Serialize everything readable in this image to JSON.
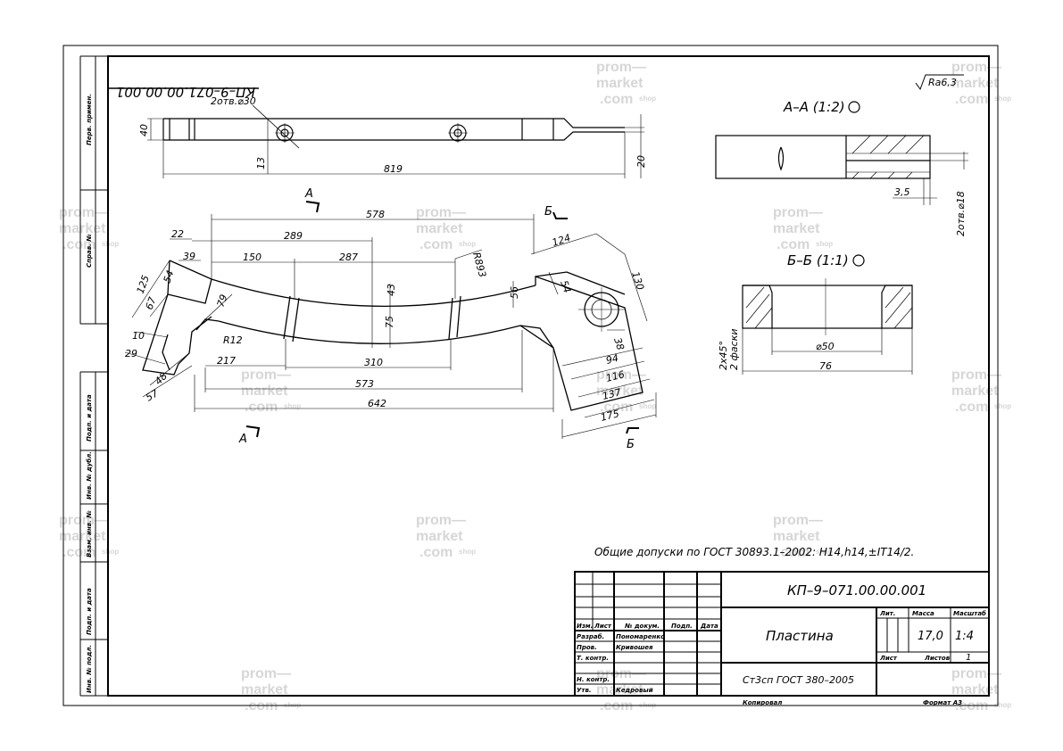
{
  "doc_code": "КП–9–071.00.00.001",
  "doc_code_mirrored": "КП–9–071.00.00.001",
  "part_name": "Пластина",
  "material": "Ст3сп ГОСТ 380–2005",
  "mass": "17,0",
  "scale": "1:4",
  "sheets_total": "1",
  "roughness": "Ra6,3",
  "tolerances_note": "Общие допуски по ГОСТ 30893.1–2002: H14,h14,±IT14/2.",
  "copied_label": "Копировал",
  "format_label": "Формат А3",
  "side_columns": [
    "Перв. примен.",
    "Справ. №",
    "Подп. и дата",
    "Инв. № дубл.",
    "Взам. инв. №",
    "Подп. и дата",
    "Инв. № подл."
  ],
  "title_block": {
    "col_headers": [
      "Изм.",
      "Лист",
      "№ докум.",
      "Подп.",
      "Дата"
    ],
    "role_rows": [
      {
        "role": "Разраб.",
        "name": "Пономаренко"
      },
      {
        "role": "Пров.",
        "name": "Кривошея"
      },
      {
        "role": "Т. контр.",
        "name": ""
      },
      {
        "role": "Н. контр.",
        "name": ""
      },
      {
        "role": "Утв.",
        "name": "Кедровый"
      }
    ],
    "lit_label": "Лит.",
    "mass_label": "Масса",
    "scale_label": "Масштаб",
    "sheet_label": "Лист",
    "sheets_label": "Листов"
  },
  "section_labels": {
    "aa": "А–А (1:2)",
    "bb": "Б–Б (1:1)",
    "cut_a_top": "А",
    "cut_a_bottom": "А",
    "cut_b_top": "Б",
    "cut_b_bottom": "Б"
  },
  "dims": {
    "top_view": {
      "holes": "2отв.⌀30",
      "d40": "40",
      "d13": "13",
      "d819": "819",
      "d20": "20"
    },
    "main": {
      "d578": "578",
      "d289": "289",
      "d150": "150",
      "d287": "287",
      "d22": "22",
      "d39": "39",
      "d54a": "54",
      "d125": "125",
      "d67": "67",
      "d79": "79",
      "d10": "10",
      "dR12": "R12",
      "d29": "29",
      "d48": "48",
      "d57": "57",
      "d217": "217",
      "d310": "310",
      "d573": "573",
      "d642": "642",
      "d43": "43",
      "d75": "75",
      "dR893": "R893",
      "d56": "56",
      "d124": "124",
      "d54b": "54",
      "d130": "130",
      "d38": "38",
      "d94": "94",
      "d116": "116",
      "d137": "137",
      "d175": "175"
    },
    "sec_aa": {
      "d3_5": "3,5",
      "holes": "2отв.⌀18"
    },
    "sec_bb": {
      "dia50": "⌀50",
      "d76": "76",
      "chamfer": "2x45°",
      "chamfer_note": "2 фаски"
    }
  },
  "watermark": {
    "line1": "prom—",
    "line2": "market",
    "line3": ".com",
    "shop": "shop"
  }
}
